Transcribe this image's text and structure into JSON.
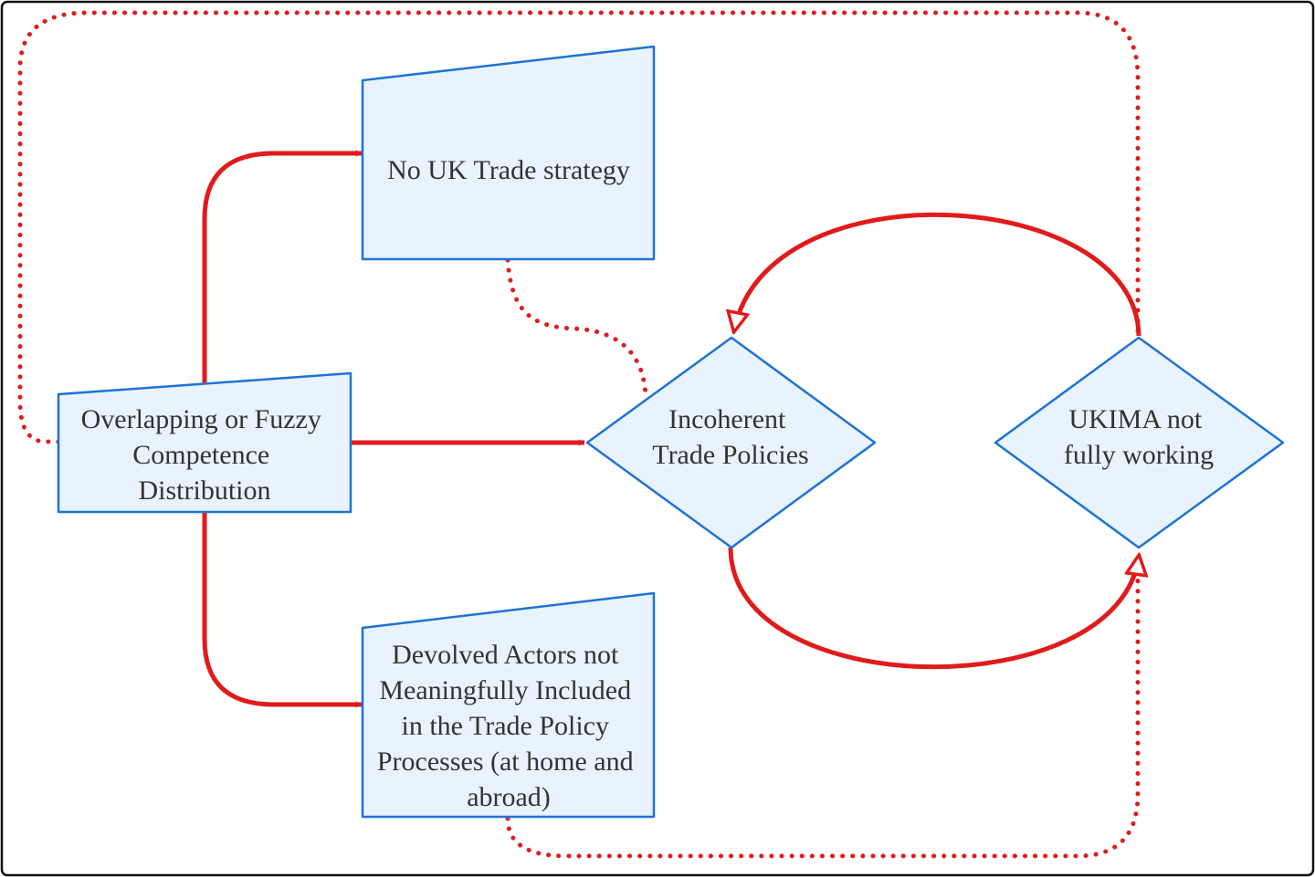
{
  "nodes": {
    "trade_strategy": {
      "lines": [
        "No UK Trade strategy"
      ]
    },
    "competence": {
      "lines": [
        "Overlapping or Fuzzy",
        "Competence",
        "Distribution"
      ]
    },
    "devolved": {
      "lines": [
        "Devolved Actors not",
        "Meaningfully Included",
        "in the Trade Policy",
        "Processes (at home and",
        "abroad)"
      ]
    },
    "incoherent": {
      "lines": [
        "Incoherent",
        "Trade Policies"
      ]
    },
    "ukima": {
      "lines": [
        "UKIMA not",
        "fully working"
      ]
    }
  },
  "colors": {
    "arrow": "#e01b1b",
    "node_fill": "#e8f3fd",
    "node_stroke": "#1f72d6",
    "frame": "#111111",
    "text": "#333333"
  }
}
